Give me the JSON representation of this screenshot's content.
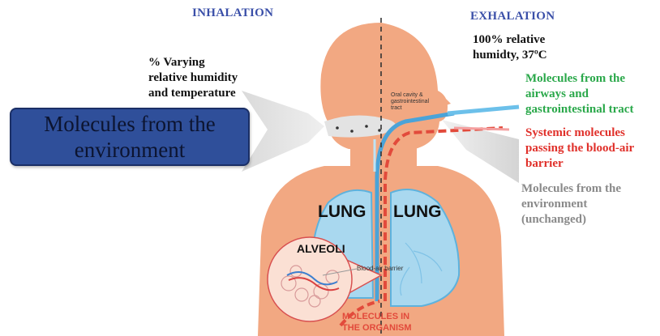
{
  "colors": {
    "skin": "#f2a882",
    "skin_dark": "#e8906a",
    "lung": "#a9d8ef",
    "lung_stroke": "#5eb2dd",
    "airway_blue": "#4aa3d8",
    "airway_red": "#e24a3b",
    "header_blue": "#3a4fa8",
    "green_text": "#2aa84a",
    "red_text": "#e0302a",
    "gray_text": "#8a8a8a",
    "box_fill": "#2f4f9a"
  },
  "headers": {
    "inhalation": "INHALATION",
    "exhalation": "EXHALATION"
  },
  "left": {
    "humidity_note": "% Varying\nrelative humidity\nand temperature",
    "environment_box": "Molecules from the\nenvironment"
  },
  "right": {
    "humidity_note": "100% relative\nhumidty, 37ºC",
    "airway_molecules": "Molecules from the\nairways and\ngastrointestinal tract",
    "systemic_molecules": "Systemic molecules\npassing the blood-air\nbarrier",
    "environment_unchanged": "Molecules from the\nenvironment\n(unchanged)"
  },
  "figure": {
    "oral_cavity_label": "Oral cavity &\ngastrointestinal\ntract",
    "lung_left": "LUNG",
    "lung_right": "LUNG",
    "alveoli": "ALVEOLI",
    "blood_air_barrier": "Blood-air barrier",
    "organism_line1": "MOLECULES IN",
    "organism_line2": "THE ORGANISM"
  }
}
